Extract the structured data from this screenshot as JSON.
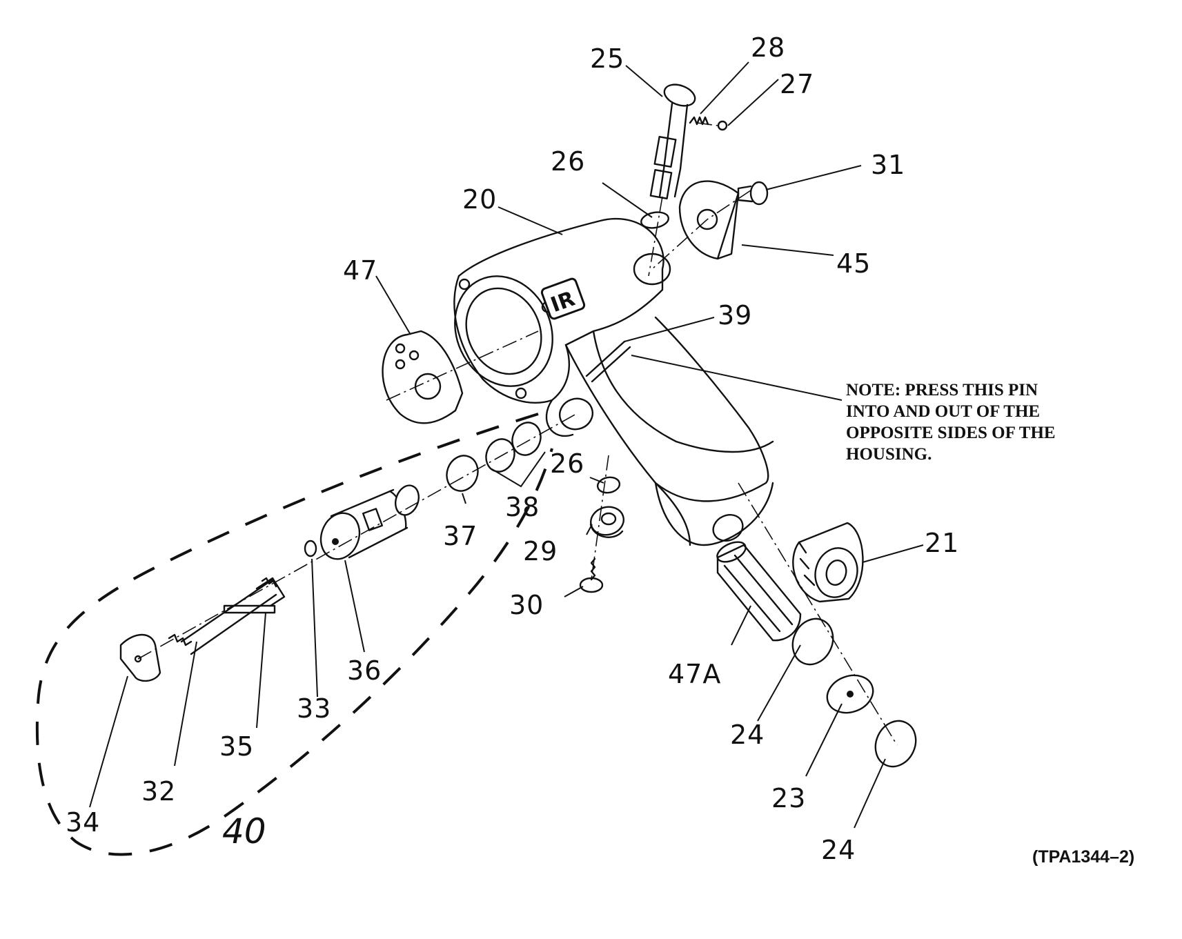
{
  "callouts": {
    "p20": "20",
    "p21": "21",
    "p23": "23",
    "p24a": "24",
    "p24b": "24",
    "p25": "25",
    "p26a": "26",
    "p26b": "26",
    "p27": "27",
    "p28": "28",
    "p29": "29",
    "p30": "30",
    "p31": "31",
    "p32": "32",
    "p33": "33",
    "p34": "34",
    "p35": "35",
    "p36": "36",
    "p37": "37",
    "p38": "38",
    "p39": "39",
    "p45": "45",
    "p47": "47",
    "p47a": "47A",
    "p40": "40"
  },
  "note": "NOTE: PRESS THIS PIN\nINTO AND OUT OF THE\nOPPOSITE SIDES OF THE\nHOUSING.",
  "figure_id": "(TPA1344–2)",
  "logo_text": "IR",
  "icons": [
    "ingersoll-rand-logo"
  ],
  "colors": {
    "ink": "#111111",
    "paper": "#ffffff"
  }
}
